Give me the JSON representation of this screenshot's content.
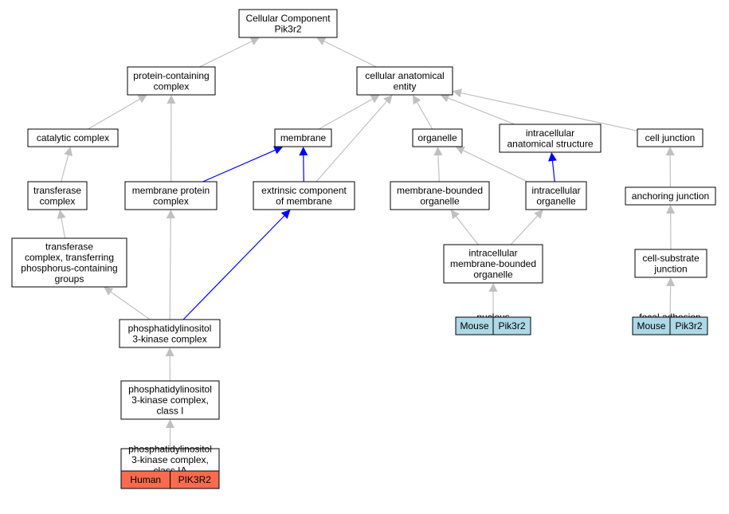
{
  "colors": {
    "edge_default": "#c0c0c0",
    "edge_highlight": "#0000ff",
    "human_tag": "#f96b4e",
    "mouse_tag": "#add8e6"
  },
  "nodes": [
    {
      "id": "root",
      "lines": [
        "Cellular Component",
        "Pik3r2"
      ]
    },
    {
      "id": "pcc",
      "lines": [
        "protein-containing",
        "complex"
      ]
    },
    {
      "id": "cae",
      "lines": [
        "cellular anatomical",
        "entity"
      ]
    },
    {
      "id": "catalytic",
      "lines": [
        "catalytic complex"
      ]
    },
    {
      "id": "membrane",
      "lines": [
        "membrane"
      ]
    },
    {
      "id": "organelle",
      "lines": [
        "organelle"
      ]
    },
    {
      "id": "ias",
      "lines": [
        "intracellular",
        "anatomical structure"
      ]
    },
    {
      "id": "cj",
      "lines": [
        "cell junction"
      ]
    },
    {
      "id": "transferase",
      "lines": [
        "transferase",
        "complex"
      ]
    },
    {
      "id": "mpc",
      "lines": [
        "membrane protein",
        "complex"
      ]
    },
    {
      "id": "ecm",
      "lines": [
        "extrinsic component",
        "of membrane"
      ]
    },
    {
      "id": "mbo",
      "lines": [
        "membrane-bounded",
        "organelle"
      ]
    },
    {
      "id": "io",
      "lines": [
        "intracellular",
        "organelle"
      ]
    },
    {
      "id": "aj",
      "lines": [
        "anchoring junction"
      ]
    },
    {
      "id": "tctpg",
      "lines": [
        "transferase",
        "complex, transferring",
        "phosphorus-containing",
        "groups"
      ]
    },
    {
      "id": "imbo",
      "lines": [
        "intracellular",
        "membrane-bounded",
        "organelle"
      ]
    },
    {
      "id": "csj",
      "lines": [
        "cell-substrate",
        "junction"
      ]
    },
    {
      "id": "pi3k",
      "lines": [
        "phosphatidylinositol",
        "3-kinase complex"
      ]
    },
    {
      "id": "nucleus",
      "lines": [
        "nucleus"
      ],
      "tags": [
        "Mouse",
        "Pik3r2"
      ],
      "tag_color": "mouse"
    },
    {
      "id": "fa",
      "lines": [
        "focal adhesion"
      ],
      "tags": [
        "Mouse",
        "Pik3r2"
      ],
      "tag_color": "mouse"
    },
    {
      "id": "pi3k1",
      "lines": [
        "phosphatidylinositol",
        "3-kinase complex,",
        "class I"
      ]
    },
    {
      "id": "pi3k1a",
      "lines": [
        "phosphatidylinositol",
        "3-kinase complex,",
        "class IA"
      ],
      "tags": [
        "Human",
        "PIK3R2"
      ],
      "tag_color": "human"
    }
  ],
  "edges": [
    {
      "from": "pcc",
      "to": "root",
      "highlight": false
    },
    {
      "from": "cae",
      "to": "root",
      "highlight": false
    },
    {
      "from": "catalytic",
      "to": "pcc",
      "highlight": false
    },
    {
      "from": "mpc",
      "to": "pcc",
      "highlight": false
    },
    {
      "from": "membrane",
      "to": "cae",
      "highlight": false
    },
    {
      "from": "ecm",
      "to": "cae",
      "highlight": false
    },
    {
      "from": "organelle",
      "to": "cae",
      "highlight": false
    },
    {
      "from": "ias",
      "to": "cae",
      "highlight": false
    },
    {
      "from": "cj",
      "to": "cae",
      "highlight": false
    },
    {
      "from": "transferase",
      "to": "catalytic",
      "highlight": false
    },
    {
      "from": "mpc",
      "to": "membrane",
      "highlight": true
    },
    {
      "from": "ecm",
      "to": "membrane",
      "highlight": true
    },
    {
      "from": "mbo",
      "to": "organelle",
      "highlight": false
    },
    {
      "from": "io",
      "to": "organelle",
      "highlight": false
    },
    {
      "from": "io",
      "to": "ias",
      "highlight": true
    },
    {
      "from": "aj",
      "to": "cj",
      "highlight": false
    },
    {
      "from": "tctpg",
      "to": "transferase",
      "highlight": false
    },
    {
      "from": "imbo",
      "to": "mbo",
      "highlight": false
    },
    {
      "from": "imbo",
      "to": "io",
      "highlight": false
    },
    {
      "from": "csj",
      "to": "aj",
      "highlight": false
    },
    {
      "from": "pi3k",
      "to": "tctpg",
      "highlight": false
    },
    {
      "from": "pi3k",
      "to": "mpc",
      "highlight": false
    },
    {
      "from": "pi3k",
      "to": "ecm",
      "highlight": true
    },
    {
      "from": "nucleus",
      "to": "imbo",
      "highlight": false
    },
    {
      "from": "fa",
      "to": "csj",
      "highlight": false
    },
    {
      "from": "pi3k1",
      "to": "pi3k",
      "highlight": false
    },
    {
      "from": "pi3k1a",
      "to": "pi3k1",
      "highlight": false
    }
  ]
}
